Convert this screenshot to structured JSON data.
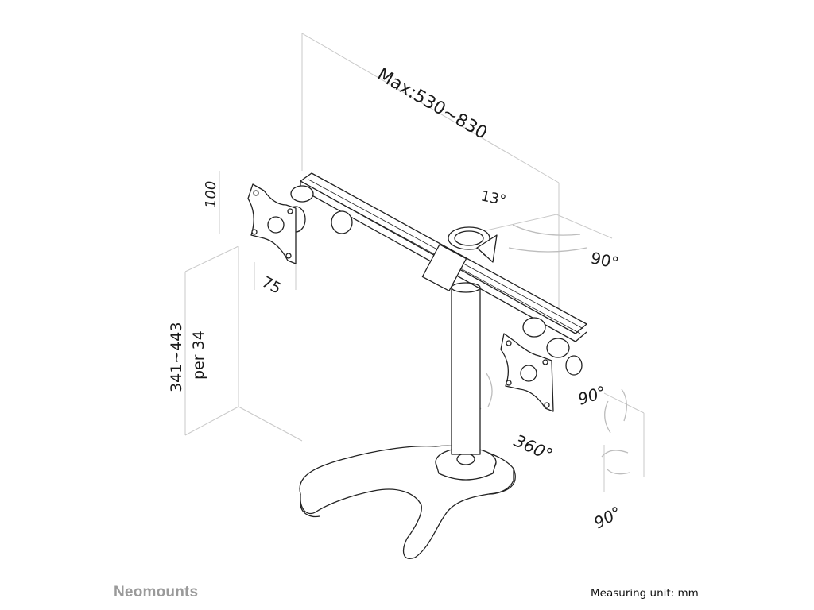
{
  "dimensions": {
    "width_range": "Max:530~830",
    "arm_tilt": "13°",
    "arm_rotation": "90°",
    "vesa_height": "100",
    "vesa_width": "75",
    "height_range": "341~443",
    "height_step": "per 34",
    "tilt": "90°",
    "pole_rotation": "360°",
    "swivel": "90°"
  },
  "footer": {
    "brand": "Neomounts",
    "measuring_unit": "Measuring unit: mm"
  },
  "colors": {
    "line": "#222222",
    "guide": "#c8c8c8",
    "brand": "#9a9a9a"
  }
}
